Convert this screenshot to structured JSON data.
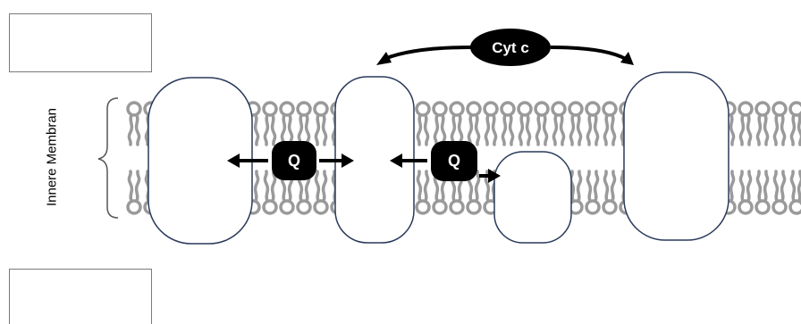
{
  "membrane_label": "Innere Membran",
  "shuttle_label": "Q",
  "carrier_label": "Cyt c",
  "colors": {
    "lipid": "#9a9a9a",
    "protein_stroke": "#2a3a5a",
    "ink": "#000000",
    "box_border": "#7a7a7a"
  },
  "icons": [
    "brace-icon",
    "arrow-left-icon",
    "arrow-right-icon",
    "curved-arrow-icon"
  ]
}
